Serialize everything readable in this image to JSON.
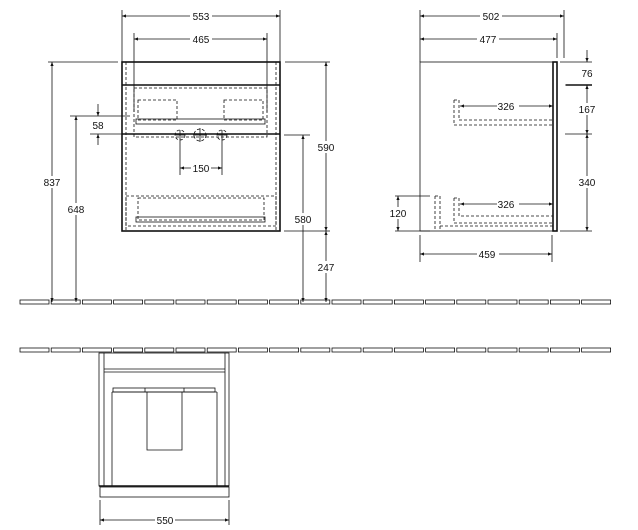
{
  "dimensions": {
    "front": {
      "overall_width": "553",
      "inner_width": "465",
      "total_height": "837",
      "siphon_height": "648",
      "offset": "58",
      "tap_spacing": "150",
      "unit_height_from_floor": "580",
      "unit_height": "590",
      "floor_clearance": "247"
    },
    "side": {
      "overall_depth": "502",
      "body_depth": "477",
      "top_gap": "76",
      "upper_drawer": "167",
      "lower_drawer": "340",
      "upper_drawer_depth": "326",
      "lower_drawer_depth": "326",
      "plinth_height": "120",
      "inner_depth": "459"
    },
    "plan": {
      "width": "550"
    }
  }
}
